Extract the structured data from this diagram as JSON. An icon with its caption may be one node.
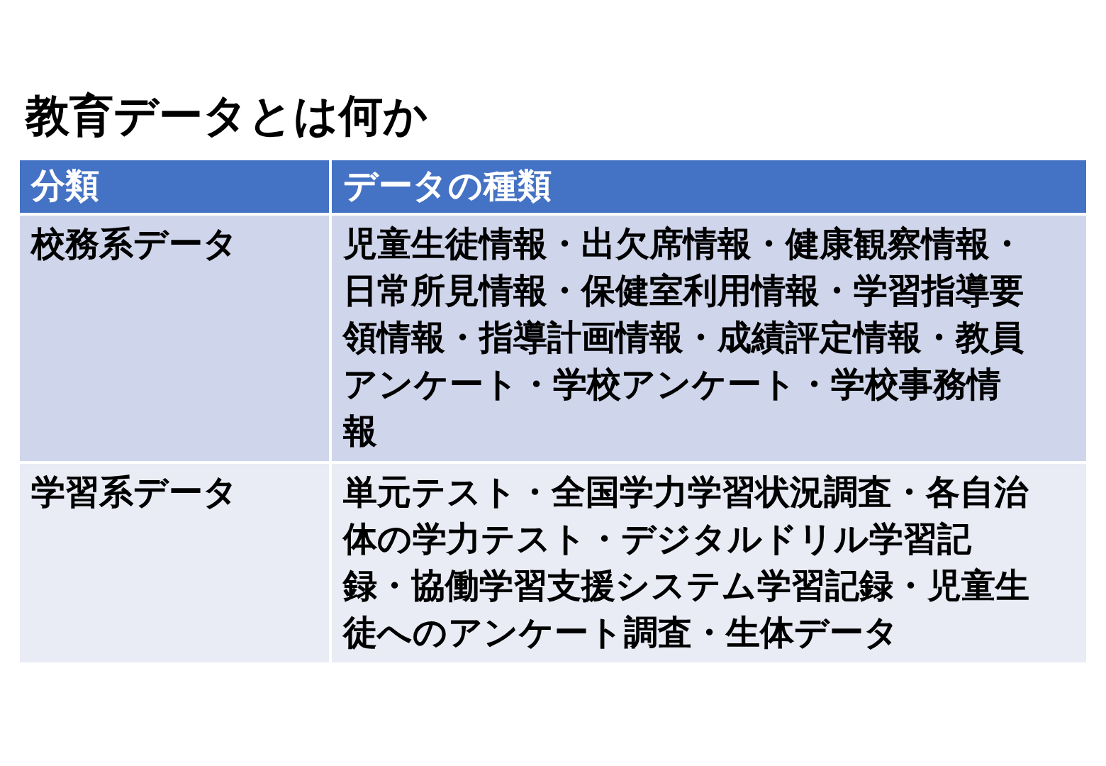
{
  "diagram": {
    "title": "教育データとは何か",
    "labels": [
      "分類",
      "データの種類",
      "校務系データ",
      "児童生徒情報・出欠席情報・健康観察情報・日常所見情報・保健室利用情報・学習指導要領情報・指導計画情報・成績評定情報・教員アンケート・学校アンケート・学校事務情報",
      "学習系データ",
      "単元テスト・全国学力学習状況調査・各自治体の学力テスト・デジタルドリル学習記録・協働学習支援システム学習記録・児童生徒へのアンケート調査・生体データ"
    ]
  }
}
